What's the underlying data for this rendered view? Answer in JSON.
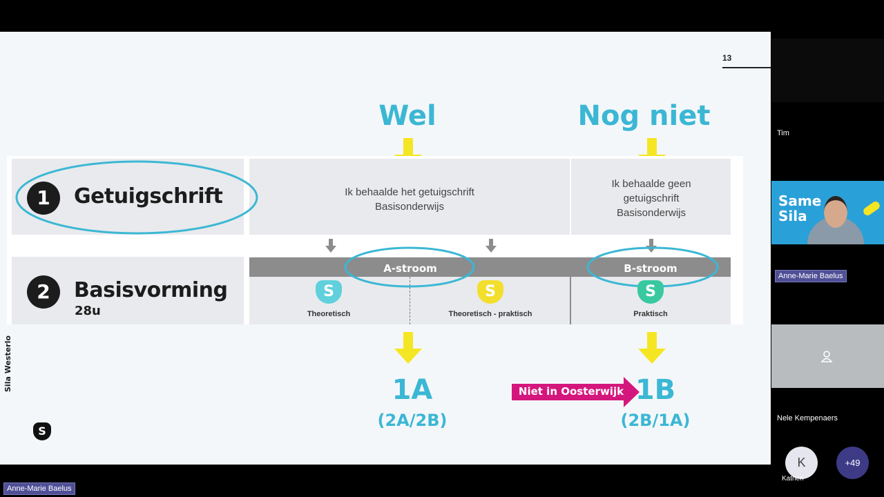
{
  "slide": {
    "page_number": "13",
    "heading_wel": "Wel",
    "heading_nog_niet": "Nog niet",
    "row1": {
      "number": "1",
      "label": "Getuigschrift"
    },
    "row2": {
      "number": "2",
      "label": "Basisvorming",
      "sub": "28u"
    },
    "wel_text": "Ik behaalde het getuigschrift Basisonderwijs",
    "nog_text": "Ik behaalde geen getuigschrift Basisonderwijs",
    "a_stroom": "A-stroom",
    "b_stroom": "B-stroom",
    "badges": [
      {
        "letter": "S",
        "label": "Theoretisch",
        "color": "#5fd0dc"
      },
      {
        "letter": "S",
        "label": "Theoretisch - praktisch",
        "color": "#f3de2c"
      },
      {
        "letter": "S",
        "label": "Praktisch",
        "color": "#38c9a0"
      }
    ],
    "result_1a": "1A",
    "result_1a_sub": "(2A/2B)",
    "result_1b": "1B",
    "result_1b_sub": "(2B/1A)",
    "niet_banner": "Niet in Oosterwijk",
    "logo_text": "Sila Westerlo",
    "logo_letter": "S"
  },
  "participants": {
    "tile1_name": "Tim",
    "video_name": "Anne-Marie Baelus",
    "video_bg_text": "Same Sila",
    "tile3_name": "Nele Kempenaers",
    "avatar_letter": "K",
    "avatar_name": "Katrien",
    "more_count": "+49"
  },
  "speaker_tag": "Anne-Marie Baelus",
  "colors": {
    "accent": "#3bb7d4",
    "arrow": "#f5e623",
    "banner": "#d4177d",
    "grey_bar": "#8c8c8c"
  }
}
